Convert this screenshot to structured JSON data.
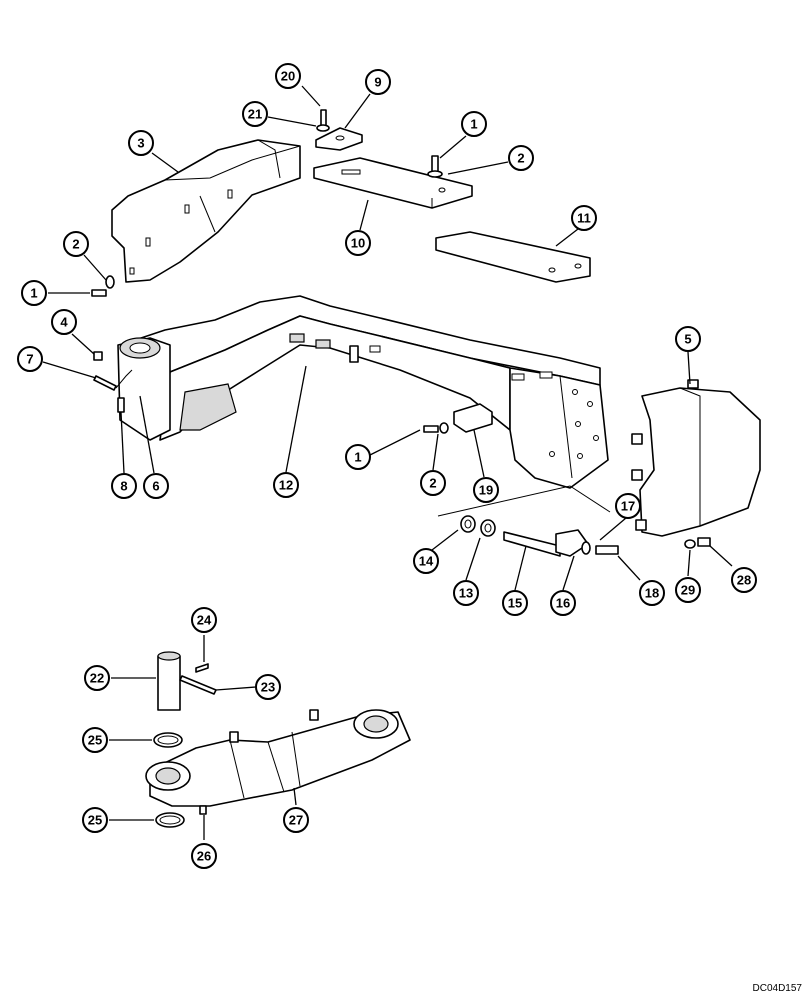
{
  "drawing_code": "DC04D157",
  "callouts": [
    {
      "id": "20",
      "label": "20"
    },
    {
      "id": "9",
      "label": "9"
    },
    {
      "id": "21",
      "label": "21"
    },
    {
      "id": "3",
      "label": "3"
    },
    {
      "id": "1a",
      "label": "1"
    },
    {
      "id": "2a",
      "label": "2"
    },
    {
      "id": "11",
      "label": "11"
    },
    {
      "id": "10",
      "label": "10"
    },
    {
      "id": "2b",
      "label": "2"
    },
    {
      "id": "1b",
      "label": "1"
    },
    {
      "id": "4",
      "label": "4"
    },
    {
      "id": "5",
      "label": "5"
    },
    {
      "id": "7",
      "label": "7"
    },
    {
      "id": "1c",
      "label": "1"
    },
    {
      "id": "2c",
      "label": "2"
    },
    {
      "id": "19",
      "label": "19"
    },
    {
      "id": "12",
      "label": "12"
    },
    {
      "id": "8",
      "label": "8"
    },
    {
      "id": "6",
      "label": "6"
    },
    {
      "id": "17",
      "label": "17"
    },
    {
      "id": "14",
      "label": "14"
    },
    {
      "id": "13",
      "label": "13"
    },
    {
      "id": "15",
      "label": "15"
    },
    {
      "id": "16",
      "label": "16"
    },
    {
      "id": "18",
      "label": "18"
    },
    {
      "id": "29",
      "label": "29"
    },
    {
      "id": "28",
      "label": "28"
    },
    {
      "id": "24",
      "label": "24"
    },
    {
      "id": "22",
      "label": "22"
    },
    {
      "id": "23",
      "label": "23"
    },
    {
      "id": "25a",
      "label": "25"
    },
    {
      "id": "27",
      "label": "27"
    },
    {
      "id": "25b",
      "label": "25"
    },
    {
      "id": "26",
      "label": "26"
    }
  ]
}
